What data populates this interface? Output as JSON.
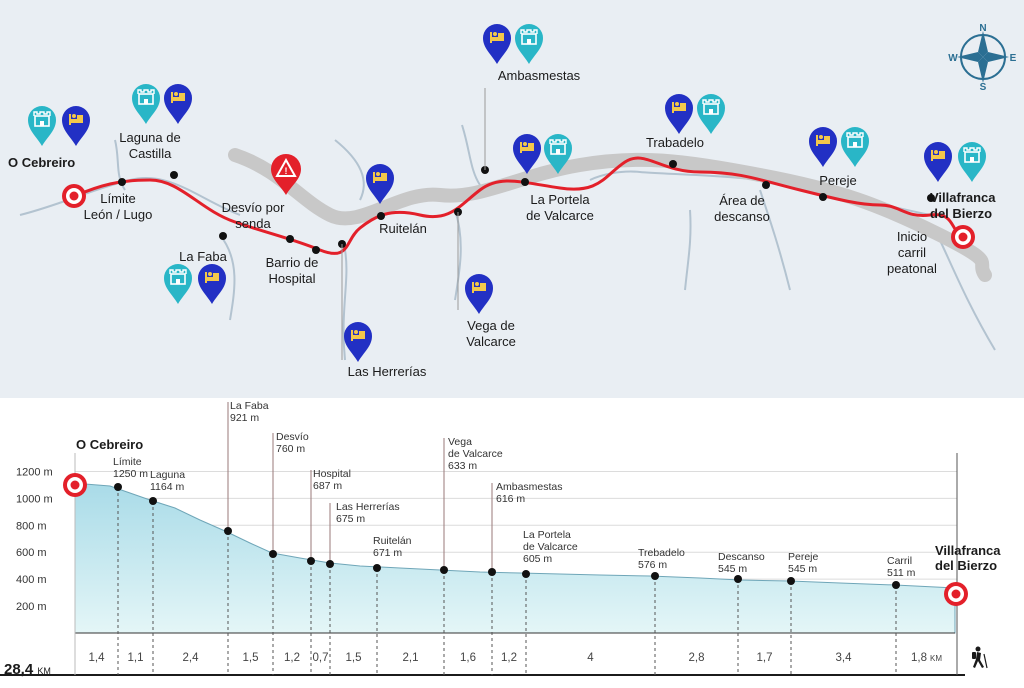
{
  "map": {
    "start": "O Cebreiro",
    "end_line1": "Villafranca",
    "end_line2": "del Bierzo",
    "compass": {
      "n": "N",
      "e": "E",
      "s": "S",
      "w": "W"
    },
    "labels": {
      "limite": [
        "Límite",
        "León / Lugo"
      ],
      "laguna": [
        "Laguna de",
        "Castilla"
      ],
      "lafaba": [
        "La Faba"
      ],
      "desvio": [
        "Desvío por",
        "senda"
      ],
      "hospital": [
        "Barrio de",
        "Hospital"
      ],
      "herrerias": [
        "Las Herrerías"
      ],
      "ruitelan": [
        "Ruitelán"
      ],
      "vega": [
        "Vega de",
        "Valcarce"
      ],
      "ambasmestas": [
        "Ambasmestas"
      ],
      "portela": [
        "La Portela",
        "de Valcarce"
      ],
      "trabadelo": [
        "Trabadelo"
      ],
      "area": [
        "Área de",
        "descanso"
      ],
      "pereje": [
        "Pereje"
      ],
      "inicio": [
        "Inicio",
        "carril",
        "peatonal"
      ]
    }
  },
  "profile": {
    "start": "O Cebreiro",
    "end_line1": "Villafranca",
    "end_line2": "del Bierzo",
    "total_km": "28,4",
    "km_unit": "KM",
    "y_ticks": [
      "1200 m",
      "1000 m",
      "800 m",
      "600 m",
      "400 m",
      "200 m"
    ],
    "segments": [
      "1,4",
      "1,1",
      "2,4",
      "1,5",
      "1,2",
      "0,7",
      "1,5",
      "2,1",
      "1,6",
      "1,2",
      "4",
      "2,8",
      "1,7",
      "3,4",
      "1,8"
    ],
    "last_seg_unit": "KM",
    "points": [
      {
        "name": "Límite",
        "alt": "1250 m"
      },
      {
        "name": "Laguna",
        "alt": "1164 m"
      },
      {
        "name": "La Faba",
        "alt": "921 m"
      },
      {
        "name": "Desvío",
        "alt": "760 m"
      },
      {
        "name": "Hospital",
        "alt": "687 m"
      },
      {
        "name": "Las Herrerías",
        "alt": "675 m"
      },
      {
        "name": "Ruitelán",
        "alt": "671 m"
      },
      {
        "name": "Vega de Valcarce",
        "alt": "633 m"
      },
      {
        "name": "Ambasmestas",
        "alt": "616 m"
      },
      {
        "name": "La Portela de Valcarce",
        "alt": "605 m"
      },
      {
        "name": "Trebadelo",
        "alt": "576 m"
      },
      {
        "name": "Descanso",
        "alt": "545 m"
      },
      {
        "name": "Pereje",
        "alt": "545 m"
      },
      {
        "name": "Carril",
        "alt": "511 m"
      }
    ],
    "label_lines": {
      "limite": [
        "Límite",
        "1250 m"
      ],
      "laguna": [
        "Laguna",
        "1164 m"
      ],
      "lafaba": [
        "La Faba",
        "921 m"
      ],
      "desvio": [
        "Desvío",
        "760 m"
      ],
      "hospital": [
        "Hospital",
        "687 m"
      ],
      "herrerias": [
        "Las Herrerías",
        "675 m"
      ],
      "ruitelan": [
        "Ruitelán",
        "671 m"
      ],
      "vega": [
        "Vega",
        "de Valcarce",
        "633 m"
      ],
      "ambasmestas": [
        "Ambasmestas",
        "616 m"
      ],
      "portela": [
        "La Portela",
        "de Valcarce",
        "605 m"
      ],
      "trebadelo": [
        "Trebadelo",
        "576 m"
      ],
      "descanso": [
        "Descanso",
        "545 m"
      ],
      "pereje": [
        "Pereje",
        "545 m"
      ],
      "carril": [
        "Carril",
        "511 m"
      ]
    }
  },
  "colors": {
    "route": "#e3202a",
    "road": "#c8c8c8",
    "river": "#b9c9d6",
    "hotel_pin": "#2230c4",
    "albergue_pin": "#29b6c7",
    "warning": "#e3202a",
    "area_fill": "#bfe8ef"
  }
}
